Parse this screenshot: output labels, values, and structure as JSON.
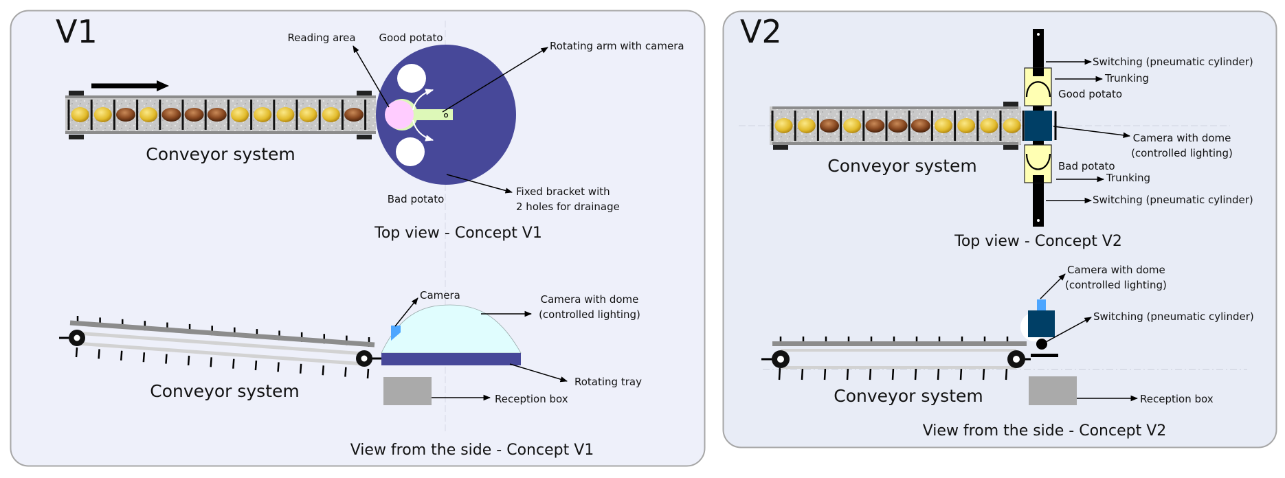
{
  "panels": {
    "v1": {
      "title": "V1",
      "top_view": {
        "caption": "Top view - Concept V1",
        "conveyor_label": "Conveyor system",
        "potatoes": [
          "good",
          "good",
          "bad",
          "good",
          "bad",
          "bad",
          "bad",
          "good",
          "good",
          "good",
          "good",
          "good",
          "bad"
        ],
        "labels": {
          "reading_area": "Reading area",
          "good_potato": "Good potato",
          "bad_potato": "Bad potato",
          "rotating_arm": "Rotating arm with camera",
          "fixed_bracket_1": "Fixed bracket with",
          "fixed_bracket_2": "2 holes for drainage"
        }
      },
      "side_view": {
        "caption": "View from the side - Concept V1",
        "conveyor_label": "Conveyor system",
        "labels": {
          "camera": "Camera",
          "dome_1": "Camera with dome",
          "dome_2": "(controlled lighting)",
          "rotating_tray": "Rotating tray",
          "reception_box": "Reception box"
        }
      }
    },
    "v2": {
      "title": "V2",
      "top_view": {
        "caption": "Top view - Concept V2",
        "conveyor_label": "Conveyor system",
        "potatoes": [
          "good",
          "good",
          "bad",
          "good",
          "bad",
          "bad",
          "bad",
          "good",
          "good",
          "good",
          "good"
        ],
        "labels": {
          "switching_top": "Switching (pneumatic cylinder)",
          "trunking_top": "Trunking",
          "good_potato": "Good potato",
          "dome_1": "Camera with dome",
          "dome_2": "(controlled lighting)",
          "bad_potato": "Bad potato",
          "trunking_bottom": "Trunking",
          "switching_bottom": "Switching (pneumatic cylinder)"
        }
      },
      "side_view": {
        "caption": "View from the side - Concept V2",
        "conveyor_label": "Conveyor system",
        "labels": {
          "dome_1": "Camera with dome",
          "dome_2": "(controlled lighting)",
          "switching": "Switching (pneumatic cylinder)",
          "reception_box": "Reception box"
        }
      }
    }
  },
  "colors": {
    "panel_v1": "#eef0fa",
    "panel_v2": "#e8ecf6",
    "panel_border": "#a6a6a6",
    "disc": "#474899",
    "reading_area": "#ffccff",
    "arm": "#ddf8b8",
    "dome": "#e0fdfe",
    "camera": "#4da6ff",
    "camera_box": "#003f66",
    "trunking": "#ffffb3",
    "reception_box": "#aaaaaa",
    "belt": "#c8c8c8",
    "rail": "#8c8c8c",
    "potato_good": "#e8c43a",
    "potato_bad": "#8a4a22"
  }
}
